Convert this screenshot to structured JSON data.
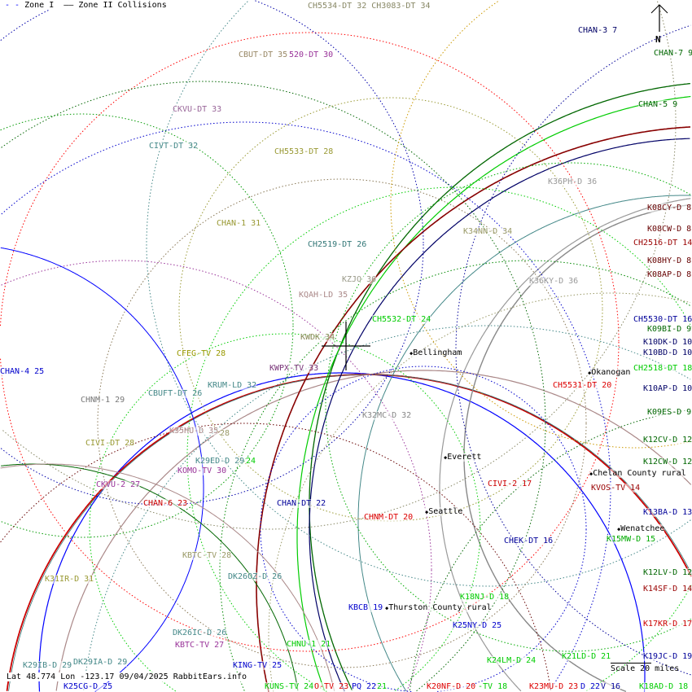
{
  "legend": {
    "zone1": "Zone I",
    "zone2": "Zone II Collisions"
  },
  "footer": {
    "text": "Lat 48.774 Lon -123.17 09/04/2025 RabbitEars.info"
  },
  "scale": {
    "label": "Scale 20 miles"
  },
  "north": {
    "label": "N"
  },
  "cities": [
    "Bellingham",
    "Okanogan",
    "Everett",
    "Chelan County rural",
    "Seattle",
    "Wenatchee",
    "Thurston County rural"
  ],
  "stations": [
    {
      "text": "CH5534-DT 32 CH3083-DT 34",
      "color": "#888866"
    },
    {
      "text": "CHAN-3 7",
      "color": "#000066"
    },
    {
      "text": "CHAN-7 9",
      "color": "#006600"
    },
    {
      "text": "CBUT-DT 35",
      "color": "#998866"
    },
    {
      "text": "520-DT 30",
      "color": "#993399"
    },
    {
      "text": "CKVU-DT 33",
      "color": "#996699"
    },
    {
      "text": "CHAN-5 9",
      "color": "#006600"
    },
    {
      "text": "CIVT-DT 32",
      "color": "#448888"
    },
    {
      "text": "CH5533-DT 28",
      "color": "#999933"
    },
    {
      "text": "K36PH-D 36",
      "color": "#999999"
    },
    {
      "text": "K08CY-D 8",
      "color": "#660000"
    },
    {
      "text": "CHAN-1 31",
      "color": "#999933"
    },
    {
      "text": "K08CW-D 8",
      "color": "#660000"
    },
    {
      "text": "K34NN-D 34",
      "color": "#999966"
    },
    {
      "text": "CH2516-DT 14",
      "color": "#990000"
    },
    {
      "text": "K08HY-D 8",
      "color": "#660000"
    },
    {
      "text": "CH2519-DT 26",
      "color": "#337777"
    },
    {
      "text": "KZJO 36",
      "color": "#999988"
    },
    {
      "text": "K08AP-D 8",
      "color": "#660000"
    },
    {
      "text": "K36KY-D 36",
      "color": "#999999"
    },
    {
      "text": "KQAH-LD 35",
      "color": "#aa8888"
    },
    {
      "text": "CH5532-DT 24",
      "color": "#00cc00"
    },
    {
      "text": "CH5530-DT 16",
      "color": "#000099"
    },
    {
      "text": "K09BI-D 9",
      "color": "#006600"
    },
    {
      "text": "KWDK 34",
      "color": "#888855"
    },
    {
      "text": "K10DK-D 10",
      "color": "#000066"
    },
    {
      "text": "CFEG-TV 28",
      "color": "#999900"
    },
    {
      "text": "K10BD-D 10",
      "color": "#000066"
    },
    {
      "text": "CHAN-4 25",
      "color": "#0000cc"
    },
    {
      "text": "KWPX-TV 33",
      "color": "#773377"
    },
    {
      "text": "CH2518-DT 18",
      "color": "#00cc00"
    },
    {
      "text": "CH5531-DT 20",
      "color": "#dd0000"
    },
    {
      "text": "KRUM-LD 32",
      "color": "#448888"
    },
    {
      "text": "K10AP-D 10",
      "color": "#000066"
    },
    {
      "text": "CHNM-1 29",
      "color": "#777777"
    },
    {
      "text": "CBUFT-DT 26",
      "color": "#448888"
    },
    {
      "text": "K09ES-D 9",
      "color": "#006600"
    },
    {
      "text": "K32MC-D 32",
      "color": "#888888"
    },
    {
      "text": "K35HU-D 35",
      "color": "#aa8888"
    },
    {
      "text": "CIVI-DT 28",
      "color": "#999933"
    },
    {
      "text": "K12CV-D 12",
      "color": "#006600"
    },
    {
      "text": "K29ED-D 29",
      "color": "#448888"
    },
    {
      "text": "KOMO-TV 30",
      "color": "#993399"
    },
    {
      "text": "K12CW-D 12",
      "color": "#006600"
    },
    {
      "text": "CKVU-2 27",
      "color": "#993399"
    },
    {
      "text": "CIVI-2 17",
      "color": "#cc0000"
    },
    {
      "text": "KVOS-TV 14",
      "color": "#990000"
    },
    {
      "text": "CHAN-6 23",
      "color": "#cc0000"
    },
    {
      "text": "CHAN-DT 22",
      "color": "#000099"
    },
    {
      "text": "CHNM-DT 20",
      "color": "#dd0000"
    },
    {
      "text": "K13BA-D 13",
      "color": "#000099"
    },
    {
      "text": "CHEK-DT 16",
      "color": "#000099"
    },
    {
      "text": "K15MW-D 15",
      "color": "#00aa00"
    },
    {
      "text": "KBTC-TV 28",
      "color": "#999966"
    },
    {
      "text": "K31IR-D 31",
      "color": "#999933"
    },
    {
      "text": "K12LV-D 12",
      "color": "#006600"
    },
    {
      "text": "DK26OZ-D 26",
      "color": "#448888"
    },
    {
      "text": "K14SF-D 14",
      "color": "#990000"
    },
    {
      "text": "K18NJ-D 18",
      "color": "#00cc00"
    },
    {
      "text": "KBCB 19",
      "color": "#0000cc"
    },
    {
      "text": "K17KR-D 17",
      "color": "#cc0000"
    },
    {
      "text": "K25NY-D 25",
      "color": "#0000cc"
    },
    {
      "text": "DK26IC-D 26",
      "color": "#448888"
    },
    {
      "text": "KBTC-TV 27",
      "color": "#993399"
    },
    {
      "text": "CHNU-1 21",
      "color": "#00cc00"
    },
    {
      "text": "K24LM-D 24",
      "color": "#00cc00"
    },
    {
      "text": "K21LD-D 21",
      "color": "#00cc00"
    },
    {
      "text": "K19JC-D 19",
      "color": "#000099"
    },
    {
      "text": "DK29IA-D 29",
      "color": "#448888"
    },
    {
      "text": "KING-TV 25",
      "color": "#0000cc"
    },
    {
      "text": "K29IB-D 29",
      "color": "#448888"
    },
    {
      "text": "K25CG-D 25",
      "color": "#0000cc"
    },
    {
      "text": "KUNS-TV 24",
      "color": "#00cc00"
    },
    {
      "text": "O-TV 23",
      "color": "#dd0000"
    },
    {
      "text": "PQ 22",
      "color": "#0000cc"
    },
    {
      "text": "21",
      "color": "#00cc00"
    },
    {
      "text": "K20NF-D 20",
      "color": "#dd0000"
    },
    {
      "text": "-TV 18",
      "color": "#00cc00"
    },
    {
      "text": "K23MU-D 23",
      "color": "#dd0000"
    },
    {
      "text": "D 22",
      "color": "#0000cc"
    },
    {
      "text": "V 16",
      "color": "#000099"
    },
    {
      "text": "K18AD-D 18",
      "color": "#00cc00"
    },
    {
      "text": "24",
      "color": "#00cc00"
    },
    {
      "text": "28",
      "color": "#999966"
    }
  ]
}
